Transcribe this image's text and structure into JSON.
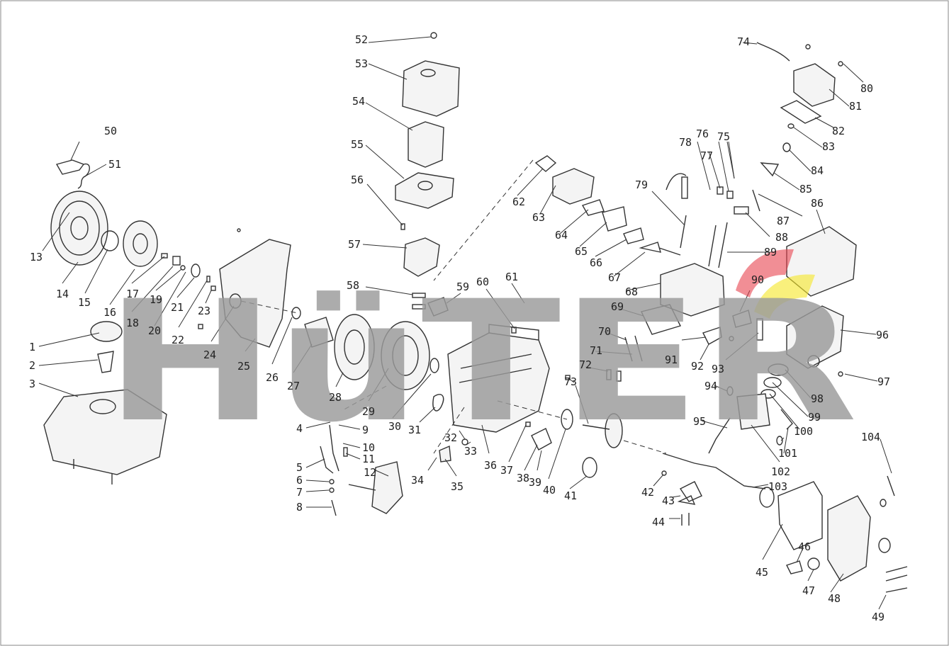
{
  "watermark": {
    "text": "HüTER",
    "color": "#9b9b9b",
    "accent_red": "#e8424f",
    "accent_yellow": "#f5e625"
  },
  "labels": {
    "l1": "1",
    "l2": "2",
    "l3": "3",
    "l4": "4",
    "l5": "5",
    "l6": "6",
    "l7": "7",
    "l8": "8",
    "l9": "9",
    "l10": "10",
    "l11": "11",
    "l12": "12",
    "l13": "13",
    "l14": "14",
    "l15": "15",
    "l16": "16",
    "l17": "17",
    "l18": "18",
    "l19": "19",
    "l20": "20",
    "l21": "21",
    "l22": "22",
    "l23": "23",
    "l24": "24",
    "l25": "25",
    "l26": "26",
    "l27": "27",
    "l28": "28",
    "l29": "29",
    "l30": "30",
    "l31": "31",
    "l32": "32",
    "l33": "33",
    "l34": "34",
    "l35": "35",
    "l36": "36",
    "l37": "37",
    "l38": "38",
    "l39": "39",
    "l40": "40",
    "l41": "41",
    "l42": "42",
    "l43": "43",
    "l44": "44",
    "l45": "45",
    "l46": "46",
    "l47": "47",
    "l48": "48",
    "l49": "49",
    "l50": "50",
    "l51": "51",
    "l52": "52",
    "l53": "53",
    "l54": "54",
    "l55": "55",
    "l56": "56",
    "l57": "57",
    "l58": "58",
    "l59": "59",
    "l60": "60",
    "l61": "61",
    "l62": "62",
    "l63": "63",
    "l64": "64",
    "l65": "65",
    "l66": "66",
    "l67": "67",
    "l68": "68",
    "l69": "69",
    "l70": "70",
    "l71": "71",
    "l72": "72",
    "l73": "73",
    "l74": "74",
    "l75": "75",
    "l76": "76",
    "l77": "77",
    "l78": "78",
    "l79": "79",
    "l80": "80",
    "l81": "81",
    "l82": "82",
    "l83": "83",
    "l84": "84",
    "l85": "85",
    "l86": "86",
    "l87": "87",
    "l88": "88",
    "l89": "89",
    "l90": "90",
    "l91": "91",
    "l92": "92",
    "l93": "93",
    "l94": "94",
    "l95": "95",
    "l96": "96",
    "l97": "97",
    "l98": "98",
    "l99": "99",
    "l100": "100",
    "l101": "101",
    "l102": "102",
    "l103": "103",
    "l104": "104"
  }
}
